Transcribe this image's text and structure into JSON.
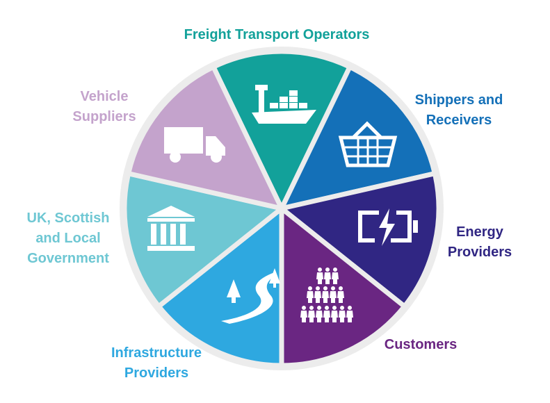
{
  "segments": [
    {
      "id": "freight",
      "lines": [
        "Freight Transport Operators"
      ],
      "color": "#12a19a",
      "icon": "cargo-ship-icon"
    },
    {
      "id": "shippers",
      "lines": [
        "Shippers and",
        "Receivers"
      ],
      "color": "#1470b8",
      "icon": "shopping-basket-icon"
    },
    {
      "id": "energy",
      "lines": [
        "Energy",
        "Providers"
      ],
      "color": "#302683",
      "icon": "battery-charging-icon"
    },
    {
      "id": "customers",
      "lines": [
        "Customers"
      ],
      "color": "#6a2682",
      "icon": "people-group-icon"
    },
    {
      "id": "infrastructure",
      "lines": [
        "Infrastructure",
        "Providers"
      ],
      "color": "#2ea8e0",
      "icon": "road-trees-icon"
    },
    {
      "id": "government",
      "lines": [
        "UK, Scottish",
        "and Local",
        "Government"
      ],
      "color": "#6ec7d3",
      "icon": "government-building-icon"
    },
    {
      "id": "vehicle",
      "lines": [
        "Vehicle",
        "Suppliers"
      ],
      "color": "#c4a3cc",
      "icon": "truck-icon"
    }
  ]
}
